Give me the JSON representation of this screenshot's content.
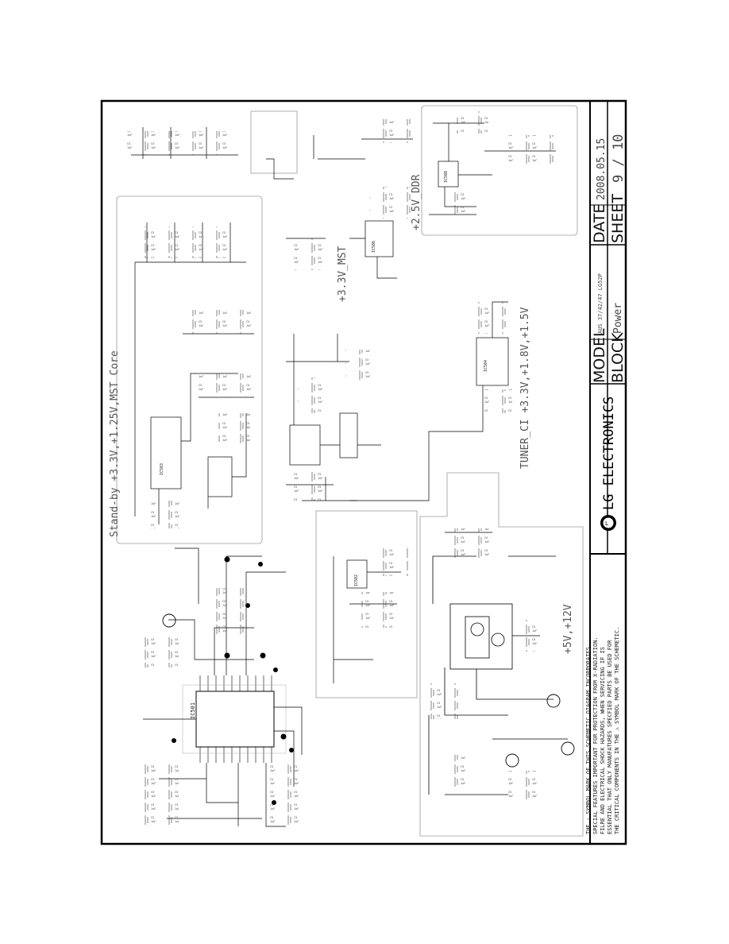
{
  "sections": {
    "standby": "Stand-by +3.3V,+1.25V,MST Core",
    "mst": "+3.3V_MST",
    "ddr": "+2.5V_DDR",
    "tuner": "TUNER_CI +3.3V,+1.8V,+1.5V",
    "power5v12v": "+5V,+12V"
  },
  "title_block": {
    "model_label": "MODEL",
    "model_value": "AUS 37/42/47 LG52P",
    "block_label": "BLOCK",
    "block_value": "Power",
    "date_label": "DATE",
    "date_value": "2008.05.15",
    "sheet_label": "SHEET",
    "sheet_value": "9 / 10",
    "company": "LG ELECTRONICS"
  },
  "safety_note": [
    "THE ⚠ SYMBOL MARK OF THIS SCHEMETIC DIAGRAM INCORPORATES",
    "SPECIAL FEATURES IMPORTANT FOR PROTECTION FROM X-RADIATION.",
    "FILRE AND ELECTRICAL SHOCK HAZARDS, WHEN SERVICING IF IS",
    "ESSENTIAL THAT ONLY MANUFATURES SPECFIED PARTS BE USED FOR",
    "THE CRITICAL COMPONENTS IN THE ⚠ SYMBOL MARK OF THE SCHEMETIC."
  ],
  "ic_labels": {
    "ic_main": "IC501",
    "ic_standby": "IC503",
    "ic_mst": "IC506",
    "ic_ddr": "IC508",
    "ic_tuner": "IC504",
    "ic_5v": "IC502"
  }
}
